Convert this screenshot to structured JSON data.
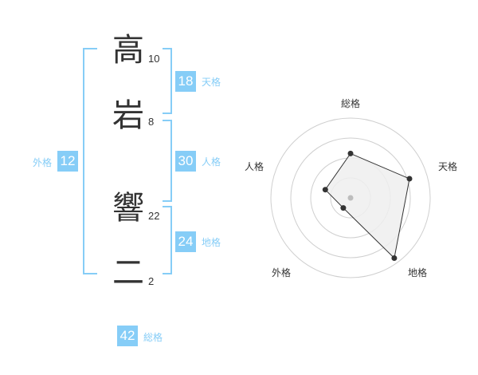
{
  "colors": {
    "accent": "#86cdf7",
    "label": "#86cdf7",
    "text": "#333333",
    "grid": "#cfcfcf",
    "radar_fill": "#eeeeee",
    "radar_line": "#333333"
  },
  "name": {
    "characters": [
      {
        "char": "高",
        "strokes": "10"
      },
      {
        "char": "岩",
        "strokes": "8"
      },
      {
        "char": "響",
        "strokes": "22"
      },
      {
        "char": "二",
        "strokes": "2"
      }
    ]
  },
  "fortunes": {
    "tenkaku": {
      "label": "天格",
      "value": "18"
    },
    "jinkaku": {
      "label": "人格",
      "value": "30"
    },
    "chikaku": {
      "label": "地格",
      "value": "24"
    },
    "gaikaku": {
      "label": "外格",
      "value": "12"
    },
    "soukaku": {
      "label": "総格",
      "value": "42"
    }
  },
  "chart_data": {
    "type": "radar",
    "axes": [
      "総格",
      "天格",
      "地格",
      "外格",
      "人格"
    ],
    "levels": 4,
    "values": [
      2.5,
      3.5,
      4.2,
      0.7,
      1.5
    ],
    "max": 4.5
  }
}
